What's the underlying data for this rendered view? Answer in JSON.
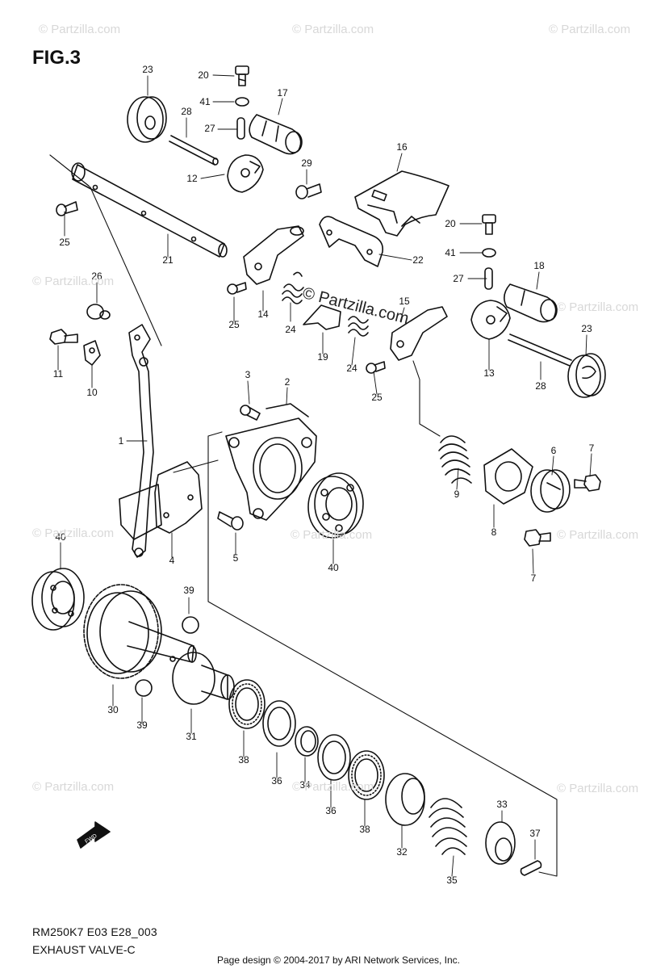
{
  "figure": {
    "title": "FIG.3",
    "code": "RM250K7 E03 E28_003",
    "name": "EXHAUST VALVE-C",
    "copyright": "Page design © 2004-2017 by ARI Network Services, Inc.",
    "watermark": "© Partzilla.com",
    "center_watermark": "© Partzilla.com",
    "fwd_label": "FWD"
  },
  "callouts": [
    {
      "id": "c23a",
      "label": "23"
    },
    {
      "id": "c20a",
      "label": "20"
    },
    {
      "id": "c41a",
      "label": "41"
    },
    {
      "id": "c17",
      "label": "17"
    },
    {
      "id": "c28a",
      "label": "28"
    },
    {
      "id": "c27a",
      "label": "27"
    },
    {
      "id": "c12",
      "label": "12"
    },
    {
      "id": "c29",
      "label": "29"
    },
    {
      "id": "c16",
      "label": "16"
    },
    {
      "id": "c25a",
      "label": "25"
    },
    {
      "id": "c21",
      "label": "21"
    },
    {
      "id": "c20b",
      "label": "20"
    },
    {
      "id": "c41b",
      "label": "41"
    },
    {
      "id": "c22",
      "label": "22"
    },
    {
      "id": "c27b",
      "label": "27"
    },
    {
      "id": "c18",
      "label": "18"
    },
    {
      "id": "c26",
      "label": "26"
    },
    {
      "id": "c14",
      "label": "14"
    },
    {
      "id": "c25b",
      "label": "25"
    },
    {
      "id": "c24a",
      "label": "24"
    },
    {
      "id": "c19",
      "label": "19"
    },
    {
      "id": "c24b",
      "label": "24"
    },
    {
      "id": "c15",
      "label": "15"
    },
    {
      "id": "c13",
      "label": "13"
    },
    {
      "id": "c23b",
      "label": "23"
    },
    {
      "id": "c28b",
      "label": "28"
    },
    {
      "id": "c25c",
      "label": "25"
    },
    {
      "id": "c11",
      "label": "11"
    },
    {
      "id": "c10",
      "label": "10"
    },
    {
      "id": "c3",
      "label": "3"
    },
    {
      "id": "c2",
      "label": "2"
    },
    {
      "id": "c1",
      "label": "1"
    },
    {
      "id": "c9",
      "label": "9"
    },
    {
      "id": "c6",
      "label": "6"
    },
    {
      "id": "c7a",
      "label": "7"
    },
    {
      "id": "c8",
      "label": "8"
    },
    {
      "id": "c7b",
      "label": "7"
    },
    {
      "id": "c40a",
      "label": "40"
    },
    {
      "id": "c4",
      "label": "4"
    },
    {
      "id": "c5",
      "label": "5"
    },
    {
      "id": "c40b",
      "label": "40"
    },
    {
      "id": "c39a",
      "label": "39"
    },
    {
      "id": "c30",
      "label": "30"
    },
    {
      "id": "c39b",
      "label": "39"
    },
    {
      "id": "c31",
      "label": "31"
    },
    {
      "id": "c38a",
      "label": "38"
    },
    {
      "id": "c36a",
      "label": "36"
    },
    {
      "id": "c34",
      "label": "34"
    },
    {
      "id": "c36b",
      "label": "36"
    },
    {
      "id": "c38b",
      "label": "38"
    },
    {
      "id": "c32",
      "label": "32"
    },
    {
      "id": "c35",
      "label": "35"
    },
    {
      "id": "c33",
      "label": "33"
    },
    {
      "id": "c37",
      "label": "37"
    }
  ]
}
